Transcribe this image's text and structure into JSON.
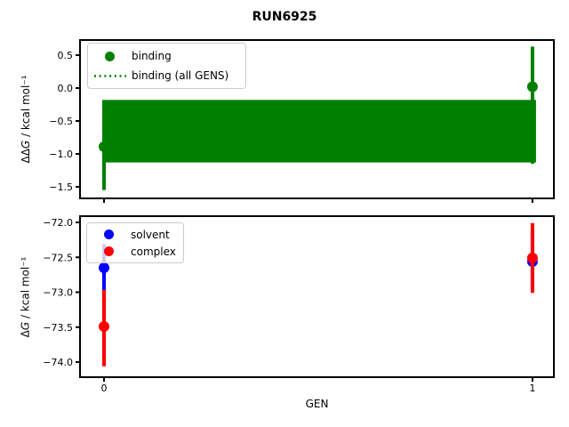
{
  "figure": {
    "title": "RUN6925"
  },
  "chart_data": [
    {
      "type": "errorbar",
      "title": "",
      "xlabel": "",
      "ylabel": {
        "prefix": "ΔΔ",
        "italic": "G",
        "suffix": " / kcal mol⁻¹"
      },
      "xlim": [
        -0.056,
        1.05
      ],
      "ylim": [
        -1.676,
        0.73
      ],
      "grid": false,
      "legend_position": "upper left",
      "yticks": {
        "values": [
          0.5,
          0.0,
          -0.5,
          -1.0,
          -1.5
        ],
        "labels": [
          "0.5",
          "0.0",
          "−0.5",
          "−1.0",
          "−1.5"
        ]
      },
      "xticks": {
        "values": [
          0,
          1
        ],
        "labels": [
          "",
          ""
        ]
      },
      "series": [
        {
          "name": "binding",
          "color": "#008000",
          "points": [
            {
              "x": 0,
              "y": -0.89,
              "err_lo": -1.55,
              "err_hi": -0.21
            },
            {
              "x": 1,
              "y": 0.02,
              "err_lo": -1.15,
              "err_hi": 0.63
            }
          ]
        }
      ],
      "band": {
        "name": "binding (all GENS)",
        "color": "#008000",
        "x_from": 0,
        "x_to": 1,
        "top": -0.18,
        "bottom": -1.13,
        "line_style": "dotted"
      },
      "legend": [
        {
          "label": "binding",
          "marker": "dot",
          "color": "#008000"
        },
        {
          "label": "binding (all GENS)",
          "marker": "dotted-line",
          "color": "#008000"
        }
      ]
    },
    {
      "type": "errorbar",
      "title": "",
      "xlabel": "GEN",
      "ylabel": {
        "prefix": "Δ",
        "italic": "G",
        "suffix": " / kcal mol⁻¹"
      },
      "xlim": [
        -0.056,
        1.05
      ],
      "ylim": [
        -74.216,
        -71.911
      ],
      "grid": false,
      "legend_position": "upper left",
      "yticks": {
        "values": [
          -72.0,
          -72.5,
          -73.0,
          -73.5,
          -74.0
        ],
        "labels": [
          "−72.0",
          "−72.5",
          "−73.0",
          "−73.5",
          "−74.0"
        ]
      },
      "xticks": {
        "values": [
          0,
          1
        ],
        "labels": [
          "0",
          "1"
        ]
      },
      "series": [
        {
          "name": "solvent",
          "color": "#0000ff",
          "points": [
            {
              "x": 0,
              "y": -72.65,
              "err_lo": -72.97,
              "err_hi": -72.31
            },
            {
              "x": 1,
              "y": -72.56,
              "err_lo": -72.95,
              "err_hi": -72.12
            }
          ]
        },
        {
          "name": "complex",
          "color": "#ff0000",
          "points": [
            {
              "x": 0,
              "y": -73.49,
              "err_lo": -74.06,
              "err_hi": -72.97
            },
            {
              "x": 1,
              "y": -72.51,
              "err_lo": -73.01,
              "err_hi": -72.01
            }
          ]
        }
      ],
      "legend": [
        {
          "label": "solvent",
          "marker": "dot",
          "color": "#0000ff"
        },
        {
          "label": "complex",
          "marker": "dot",
          "color": "#ff0000"
        }
      ]
    }
  ]
}
